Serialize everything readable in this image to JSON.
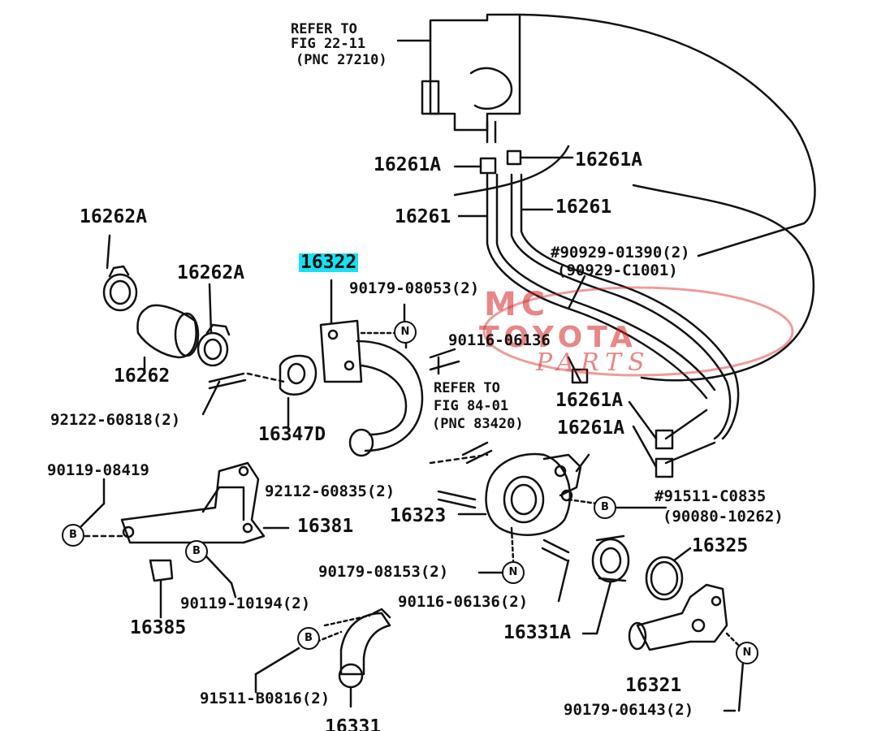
{
  "refer_notes": [
    {
      "line1": "REFER TO",
      "line2": "FIG 22-11",
      "line3": "(PNC 27210)"
    },
    {
      "line1": "REFER TO",
      "line2": "FIG 84-01",
      "line3": "(PNC 83420)"
    }
  ],
  "parts": {
    "p16261A_left": "16261A",
    "p16261A_right": "16261A",
    "p16261_left": "16261",
    "p16261_right": "16261",
    "p16262A_1": "16262A",
    "p16262A_2": "16262A",
    "p16322": "16322",
    "p90179_08053": "90179-08053(2)",
    "p90929_01390": "#90929-01390(2)",
    "p90929_C1001": "(90929-C1001)",
    "p90116_top": "90116-06136",
    "p16262": "16262",
    "p92122": "92122-60818(2)",
    "p16347D": "16347D",
    "p16261A_mid1": "16261A",
    "p16261A_mid2": "16261A",
    "p90119_08419": "90119-08419",
    "p92112": "92112-60835(2)",
    "p91511_C0835": "#91511-C0835",
    "p90080": "(90080-10262)",
    "p16323": "16323",
    "p16381": "16381",
    "p16325": "16325",
    "p90179_08153": "90179-08153(2)",
    "p90119_10194": "90119-10194(2)",
    "p90116_bottom": "90116-06136(2)",
    "p16385": "16385",
    "p16331A": "16331A",
    "p16321": "16321",
    "p91511_B0816": "91511-B0816(2)",
    "p90179_06143": "90179-06143(2)",
    "p16331": "16331"
  },
  "callouts": {
    "n": "N",
    "b": "B"
  },
  "watermark": {
    "line1": "MC",
    "line2": "TOYOTA",
    "line3": "PARTS"
  },
  "colors": {
    "highlight": "#19e0f0",
    "watermark": "#d72323"
  }
}
